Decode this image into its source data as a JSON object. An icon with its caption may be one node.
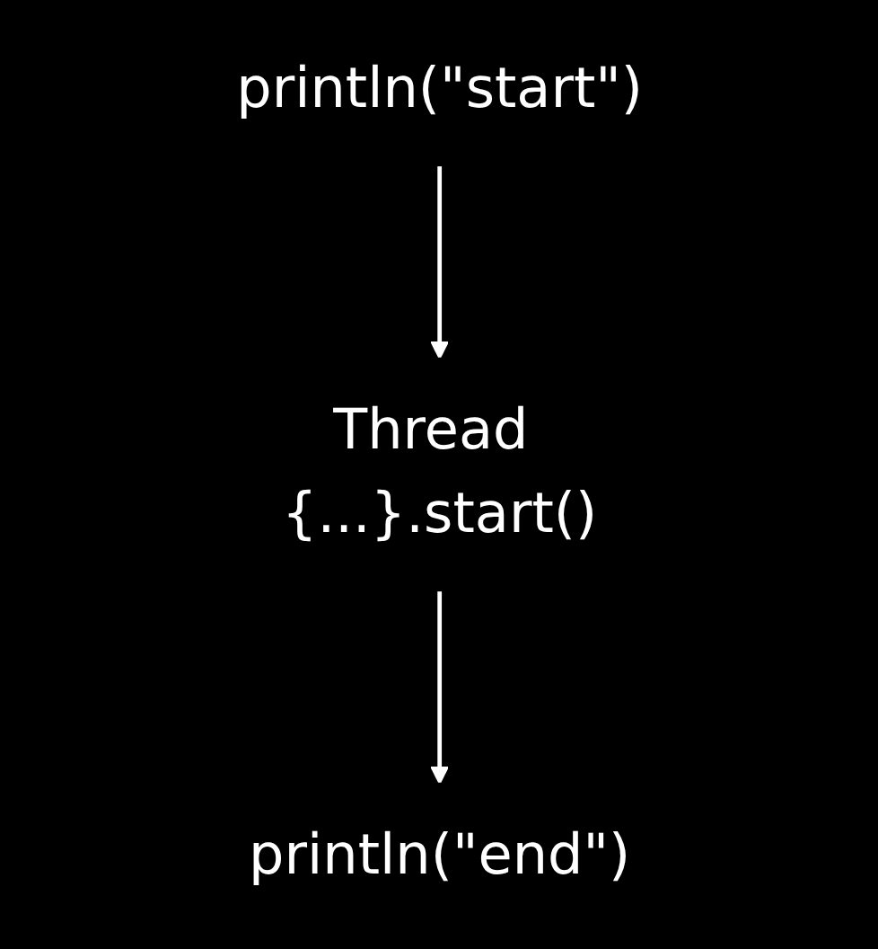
{
  "diagram": {
    "nodes": [
      {
        "text": [
          "println(\"start\")"
        ]
      },
      {
        "text": [
          "Thread {...}.start()"
        ]
      },
      {
        "text": [
          "println(\"end\")"
        ]
      }
    ],
    "edges": [
      {
        "from": 0,
        "to": 1,
        "arrow": "to"
      },
      {
        "from": 1,
        "to": 2,
        "arrow": "to"
      }
    ]
  }
}
